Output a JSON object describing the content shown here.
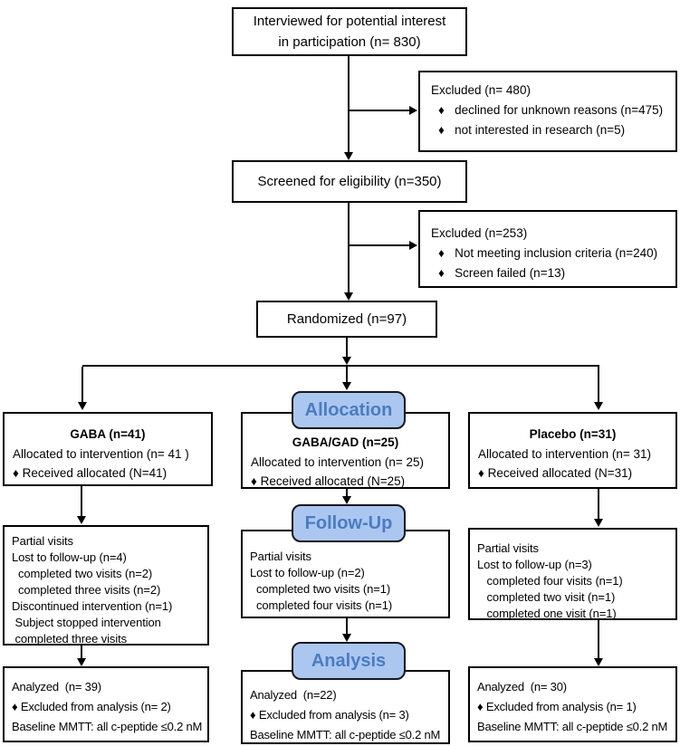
{
  "diagram": {
    "colors": {
      "stage_fill": "#abc7f0",
      "stage_border": "#16181d",
      "stage_text": "#4a7cc0",
      "box_border": "#000000",
      "arrow": "#000000"
    },
    "stages": {
      "allocation": "Allocation",
      "follow_up": "Follow-Up",
      "analysis": "Analysis"
    },
    "boxes": {
      "interviewed": {
        "line1": "Interviewed for potential interest",
        "line2": "in participation (n= 830)"
      },
      "excluded1": {
        "title": "Excluded (n= 480)",
        "items": [
          "♦   declined for unknown reasons (n=475)",
          "♦   not interested in research (n=5)"
        ]
      },
      "screened": {
        "text": "Screened for eligibility (n=350)"
      },
      "excluded2": {
        "title": "Excluded (n=253)",
        "items": [
          "♦   Not meeting inclusion criteria (n=240)",
          "♦   Screen failed (n=13)"
        ]
      },
      "randomized": {
        "text": "Randomized (n=97)"
      },
      "gaba": {
        "title": "GABA (n=41)",
        "lines": [
          "Allocated to intervention (n= 41 )",
          "♦ Received allocated (N=41)"
        ]
      },
      "gabagad": {
        "title": "GABA/GAD (n=25)",
        "lines": [
          "Allocated to intervention (n= 25)",
          "♦ Received allocated (N=25)"
        ]
      },
      "placebo": {
        "title": "Placebo (n=31)",
        "lines": [
          "Allocated to intervention (n= 31)",
          "♦ Received allocated (N=31)"
        ]
      },
      "followup_gaba": {
        "lines": [
          "Partial visits",
          "Lost to follow-up (n=4)",
          "  completed two visits (n=2)",
          "  completed three visits (n=2)",
          "Discontinued intervention (n=1)",
          " Subject stopped intervention",
          " completed three visits"
        ]
      },
      "followup_gabagad": {
        "lines": [
          "Partial visits",
          "Lost to follow-up (n=2)",
          "  completed two visits (n=1)",
          "  completed four visits (n=1)"
        ]
      },
      "followup_placebo": {
        "lines": [
          "Partial visits",
          "Lost to follow-up (n=3)",
          "   completed four visits (n=1)",
          "   completed two visit (n=1)",
          "   completed one visit (n=1)"
        ]
      },
      "analyzed_gaba": {
        "lines": [
          "Analyzed  (n= 39)",
          "♦ Excluded from analysis (n= 2)",
          "Baseline MMTT: all c-peptide ≤0.2 nM"
        ]
      },
      "analyzed_gabagad": {
        "lines": [
          "Analyzed  (n=22)",
          "♦ Excluded from analysis (n= 3)",
          "Baseline MMTT: all c-peptide ≤0.2 nM"
        ]
      },
      "analyzed_placebo": {
        "lines": [
          "Analyzed  (n= 30)",
          "♦ Excluded from analysis (n= 1)",
          "Baseline MMTT: all c-peptide ≤0.2 nM"
        ]
      }
    }
  }
}
